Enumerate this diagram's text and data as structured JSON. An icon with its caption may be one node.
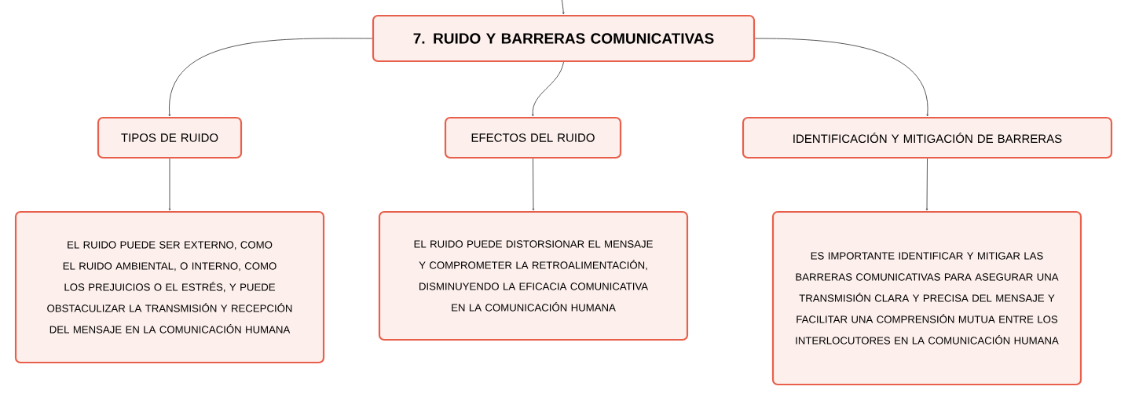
{
  "diagram": {
    "nodes": [
      {
        "text": [
          "7. RUIDO Y BARRERAS COMUNICATIVAS"
        ]
      },
      {
        "text": [
          "TIPOS DE RUIDO"
        ]
      },
      {
        "text": [
          "EFECTOS DEL RUIDO"
        ]
      },
      {
        "text": [
          "IDENTIFICACIÓN Y MITIGACIÓN DE BARRERAS"
        ]
      },
      {
        "text": [
          "EL RUIDO PUEDE SER EXTERNO, COMO EL RUIDO AMBIENTAL, O INTERNO, COMO LOS PREJUICIOS O EL ESTRÉS, Y PUEDE OBSTACULIZAR LA TRANSMISIÓN Y RECEPCIÓN DEL MENSAJE EN LA COMUNICACIÓN HUMANA"
        ]
      },
      {
        "text": [
          "EL RUIDO PUEDE DISTORSIONAR EL MENSAJE Y COMPROMETER LA RETROALIMENTACIÓN, DISMINUYENDO LA EFICACIA COMUNICATIVA EN LA COMUNICACIÓN HUMANA"
        ]
      },
      {
        "text": [
          "ES IMPORTANTE IDENTIFICAR Y MITIGAR LAS BARRERAS COMUNICATIVAS PARA ASEGURAR UNA TRANSMISIÓN CLARA Y PRECISA DEL MENSAJE Y FACILITAR UNA COMPRENSIÓN MUTUA ENTRE LOS INTERLOCUTORES EN LA COMUNICACIÓN HUMANA"
        ]
      }
    ],
    "edges": [
      {
        "from": null,
        "to": 0,
        "arrow": "to"
      },
      {
        "from": 0,
        "to": 1,
        "arrow": "to"
      },
      {
        "from": 0,
        "to": 2,
        "arrow": "to"
      },
      {
        "from": 0,
        "to": 3,
        "arrow": "to"
      },
      {
        "from": 1,
        "to": 4,
        "arrow": "to"
      },
      {
        "from": 2,
        "to": 5,
        "arrow": "to"
      },
      {
        "from": 3,
        "to": 6,
        "arrow": "to"
      }
    ]
  }
}
